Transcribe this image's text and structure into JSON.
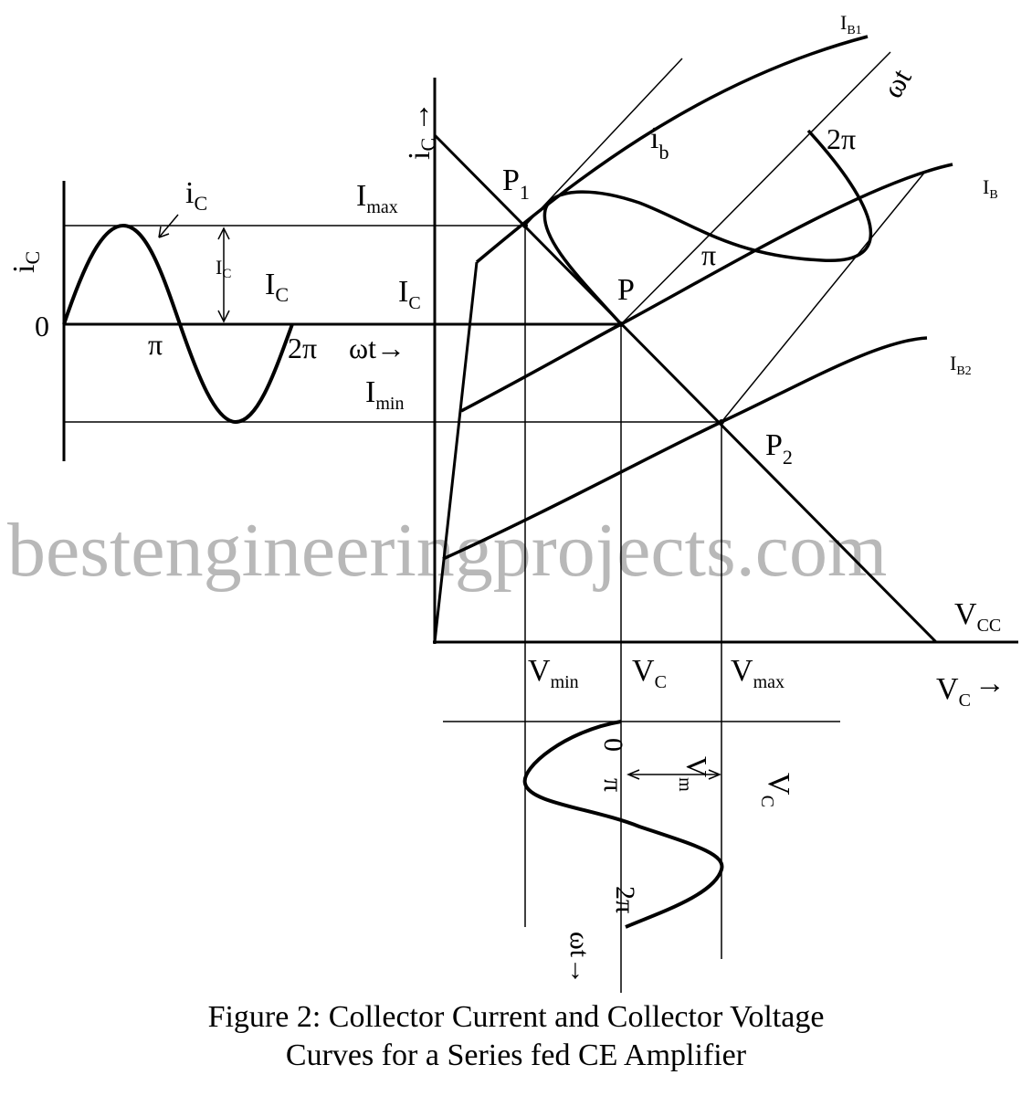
{
  "watermark": "bestengineeringprojects.com",
  "caption": {
    "line1": "Figure 2: Collector Current and Collector Voltage",
    "line2": "Curves for a Series fed CE Amplifier"
  },
  "labels": {
    "ic_left_axis": "i",
    "ic_left_axis_sub": "C",
    "ic_wave": "i",
    "ic_wave_sub": "C",
    "zero": "0",
    "pi_left": "π",
    "two_pi_left": "2π",
    "omega_t_left": "ωt→",
    "Ic_small": "I",
    "Ic_small_sub": "C",
    "Ic_big": "I",
    "Ic_big_sub": "C",
    "Imax": "I",
    "Imax_sub": "max",
    "Ic_mid": "I",
    "Ic_mid_sub": "C",
    "Imin": "I",
    "Imin_sub": "min",
    "ic_main_axis": "i",
    "ic_main_axis_sub": "C",
    "ic_main_arrow": "→",
    "P1": "P",
    "P1_sub": "1",
    "P": "P",
    "P2": "P",
    "P2_sub": "2",
    "ib": "i",
    "ib_sub": "b",
    "IB1": "I",
    "IB1_sub": "B1",
    "IB": "I",
    "IB_sub": "B",
    "IB2": "I",
    "IB2_sub": "B2",
    "omega_t_top": "ωt",
    "two_pi_top": "2π",
    "pi_top": "π",
    "VCC": "V",
    "VCC_sub": "CC",
    "Vmin": "V",
    "Vmin_sub": "min",
    "VC_axis": "V",
    "VC_axis_sub": "C",
    "Vmax": "V",
    "Vmax_sub": "max",
    "VC_right": "V",
    "VC_right_sub": "C",
    "VC_right_arrow": "→",
    "zero_bottom": "0",
    "pi_bottom": "π",
    "two_pi_bottom": "2π",
    "Vm": "V",
    "Vm_sub": "m",
    "VC_wave": "V",
    "VC_wave_sub": "C",
    "omega_t_bottom": "ωt→"
  }
}
